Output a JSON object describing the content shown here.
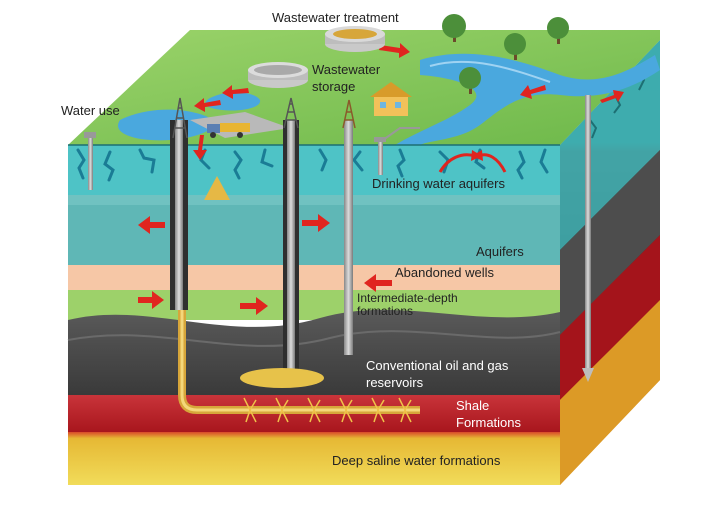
{
  "labels": {
    "wastewater_treatment": "Wastewater treatment",
    "wastewater_storage_line1": "Wastewater",
    "wastewater_storage_line2": "storage",
    "water_use": "Water use",
    "drinking_water_aquifers": "Drinking water aquifers",
    "aquifers": "Aquifers",
    "abandoned_wells": "Abandoned wells",
    "intermediate_line1": "Intermediate-depth",
    "intermediate_line2": "formations",
    "conventional_line1": "Conventional oil and gas",
    "conventional_line2": "reservoirs",
    "shale_line1": "Shale",
    "shale_line2": "Formations",
    "deep_saline": "Deep saline water formations"
  },
  "colors": {
    "surface_green": "#7fc55a",
    "drinking_aquifer": "#4ec3c6",
    "aquifer_teal": "#5fb7b6",
    "abandoned_peach": "#f6c7a6",
    "intermediate_green": "#9dd16a",
    "conventional_gray": "#4b4b4b",
    "shale_red": "#c1272d",
    "deep_saline_yellow": "#e2c93a",
    "water_blue": "#3a9fd9",
    "flow_arrow_red": "#e0251f",
    "gas_arrow_gold": "#d7a63a"
  },
  "icons": [
    "tree-icon",
    "house-icon",
    "truck-icon",
    "drilling-rig-icon",
    "storage-tank-icon",
    "flow-arrow-icon"
  ]
}
